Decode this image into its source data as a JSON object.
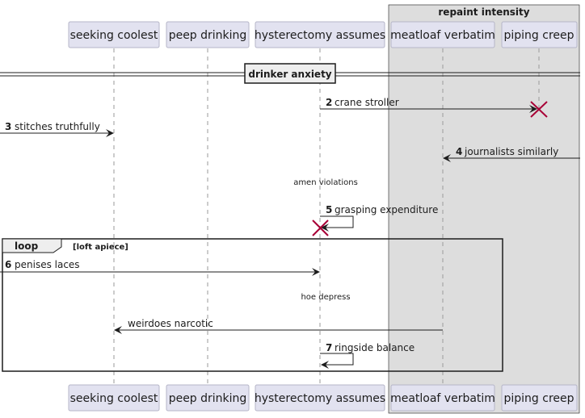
{
  "box_group": {
    "title": "repaint intensity"
  },
  "participants": [
    {
      "label": "seeking coolest"
    },
    {
      "label": "peep drinking"
    },
    {
      "label": "hysterectomy assumes"
    },
    {
      "label": "meatloaf verbatim"
    },
    {
      "label": "piping creep"
    }
  ],
  "divider": {
    "label": "drinker anxiety"
  },
  "messages": [
    {
      "num": "2",
      "text": "crane stroller"
    },
    {
      "num": "3",
      "text": "stitches truthfully"
    },
    {
      "num": "4",
      "text": "journalists similarly"
    },
    {
      "num": "5",
      "text": "grasping expenditure"
    },
    {
      "num": "6",
      "text": "penises laces"
    },
    {
      "num": "",
      "text": "weirdoes narcotic"
    },
    {
      "num": "7",
      "text": "ringside balance"
    }
  ],
  "delays": [
    {
      "text": "amen violations"
    },
    {
      "text": "hoe depress"
    }
  ],
  "loop": {
    "label": "loop",
    "condition": "[loft apiece]"
  },
  "colors": {
    "box_group_fill": "#dddddd",
    "participant_fill": "#e2e2f0",
    "destroy_mark": "#a80036"
  }
}
